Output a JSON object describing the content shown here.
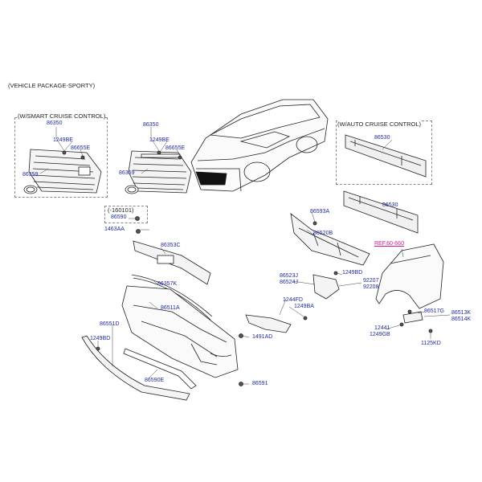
{
  "headers": {
    "package": "(VEHICLE PACKAGE-SPORTY)",
    "smart_cruise": "(W/SMART CRUISE CONTROL)",
    "auto_cruise": "(W/AUTO CRUISE CONTROL)",
    "date_code": "(-160101)"
  },
  "reference": "REF.60-660",
  "parts": {
    "p86350_a": "86350",
    "p1249BE_a": "1249BE",
    "p86655E_a": "86655E",
    "p86359_a": "86359",
    "p86350_b": "86350",
    "p1249BE_b": "1249BE",
    "p86655E_b": "86655E",
    "p86359_b": "86359",
    "p86530_a": "86530",
    "p86530_b": "86530",
    "p86590_top": "86590",
    "p1463AA": "1463AA",
    "p86353C": "86353C",
    "p86593A": "86593A",
    "p86520B": "86520B",
    "p86357K": "86357K",
    "p86511A": "86511A",
    "p86523J": "86523J",
    "p86524J": "86524J",
    "p1249BD_r": "1249BD",
    "p92207": "92207",
    "p92208": "92208",
    "p1244FD": "1244FD",
    "p1249BA": "1249BA",
    "p86551D": "86551D",
    "p1249BD_l": "1249BD",
    "p1491AD": "1491AD",
    "p86590E": "86590E",
    "p86591": "86591",
    "p86517G": "86517G",
    "p86513K": "86513K",
    "p86514K": "86514K",
    "p12441": "12441",
    "p1249GB": "1249GB",
    "p1125KD": "1125KD"
  }
}
